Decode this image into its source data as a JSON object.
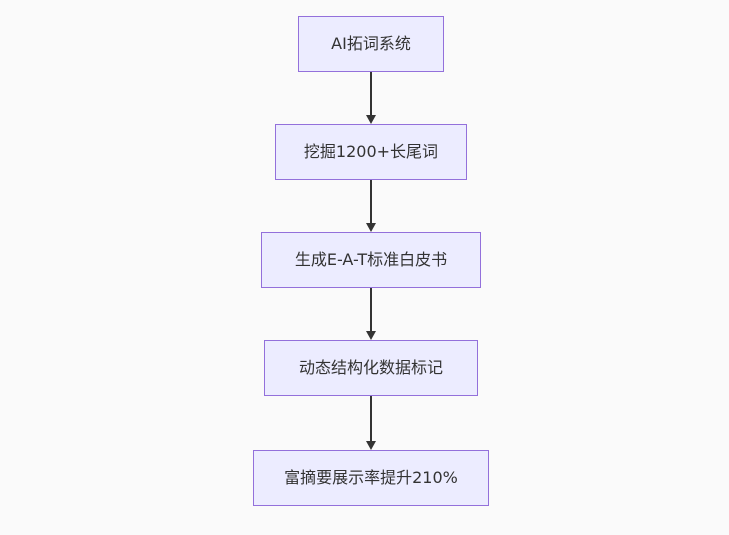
{
  "diagram": {
    "type": "flowchart",
    "direction": "top-down",
    "nodes": [
      {
        "id": "step-1",
        "label": "AI拓词系统"
      },
      {
        "id": "step-2",
        "label": "挖掘1200+长尾词"
      },
      {
        "id": "step-3",
        "label": "生成E-A-T标准白皮书"
      },
      {
        "id": "step-4",
        "label": "动态结构化数据标记"
      },
      {
        "id": "step-5",
        "label": "富摘要展示率提升210%"
      }
    ],
    "edges": [
      {
        "from": "step-1",
        "to": "step-2"
      },
      {
        "from": "step-2",
        "to": "step-3"
      },
      {
        "from": "step-3",
        "to": "step-4"
      },
      {
        "from": "step-4",
        "to": "step-5"
      }
    ]
  },
  "colors": {
    "background": "#fafafa",
    "node_fill": "#ECECFF",
    "node_border": "#9370DB",
    "arrow": "#333333",
    "text": "#333333"
  }
}
